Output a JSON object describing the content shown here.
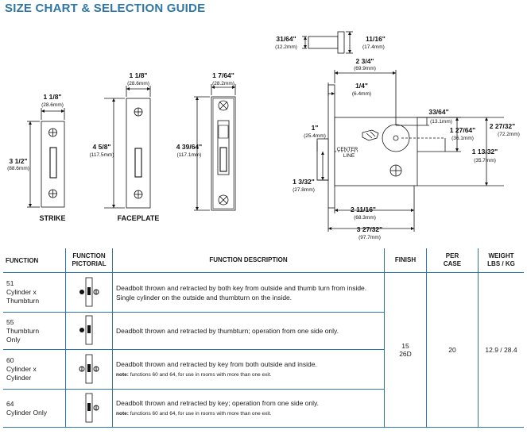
{
  "title": "SIZE CHART & SELECTION GUIDE",
  "strike": {
    "label": "STRIKE",
    "width_in": "1 1/8\"",
    "width_mm": "(28.6mm)",
    "height_in": "3 1/2\"",
    "height_mm": "(88.6mm)"
  },
  "faceplate": {
    "label": "FACEPLATE",
    "width_in": "1 1/8\"",
    "width_mm": "(28.6mm)",
    "height_in": "4 5/8\"",
    "height_mm": "(117.5mm)"
  },
  "front": {
    "width_in": "1 7/64\"",
    "width_mm": "(28.2mm)",
    "height_in": "4 39/64\"",
    "height_mm": "(117.1mm)"
  },
  "bolt": {
    "dia_in": "31/64\"",
    "dia_mm": "(12.2mm)",
    "flange_in": "11/16\"",
    "flange_mm": "(17.4mm)"
  },
  "body": {
    "d1_in": "2 3/4\"",
    "d1_mm": "(69.9mm)",
    "d2_in": "1/4\"",
    "d2_mm": "(6.4mm)",
    "d3_in": "33/64\"",
    "d3_mm": "(13.1mm)",
    "d4_in": "1 27/64\"",
    "d4_mm": "(36.1mm)",
    "d5_in": "2 27/32\"",
    "d5_mm": "(72.2mm)",
    "d6_in": "1 13/32\"",
    "d6_mm": "(35.7mm)",
    "d7_in": "1\"",
    "d7_mm": "(25.4mm)",
    "d8_in": "1 3/32\"",
    "d8_mm": "(27.8mm)",
    "d9_in": "2 11/16\"",
    "d9_mm": "(68.3mm)",
    "d10_in": "3 27/32\"",
    "d10_mm": "(97.7mm)",
    "center_line": "CENTER",
    "center_line2": "LINE"
  },
  "table": {
    "headers": {
      "function": "FUNCTION",
      "pictorial1": "FUNCTION",
      "pictorial2": "PICTORIAL",
      "description": "FUNCTION DESCRIPTION",
      "finish": "FINISH",
      "per_case1": "PER",
      "per_case2": "CASE",
      "weight1": "WEIGHT",
      "weight2": "LBS / KG"
    },
    "rows": [
      {
        "num": "51",
        "name1": "Cylinder x",
        "name2": "Thumbturn",
        "description": "Deadbolt thrown and retracted by both key from outside and thumb turn from inside. Single cylinder on the outside and thumbturn on the inside.",
        "note_label": "",
        "note_text": ""
      },
      {
        "num": "55",
        "name1": "Thumbturn",
        "name2": "Only",
        "description": "Deadbolt thrown and retracted by thumbturn; operation from one side only.",
        "note_label": "",
        "note_text": ""
      },
      {
        "num": "60",
        "name1": "Cylinder x",
        "name2": "Cylinder",
        "description": "Deadbolt thrown and retracted by key from both outside and inside.",
        "note_label": "note:",
        "note_text": " functions 60 and 64, for use in rooms with more than one exit."
      },
      {
        "num": "64",
        "name1": "Cylinder Only",
        "name2": "",
        "description": "Deadbolt thrown and retracted by key; operation from one side only.",
        "note_label": "note:",
        "note_text": " functions 60 and 64, for use in rooms with more than one exit."
      }
    ],
    "finish1": "15",
    "finish2": "26D",
    "per_case": "20",
    "weight": "12.9 / 28.4"
  }
}
